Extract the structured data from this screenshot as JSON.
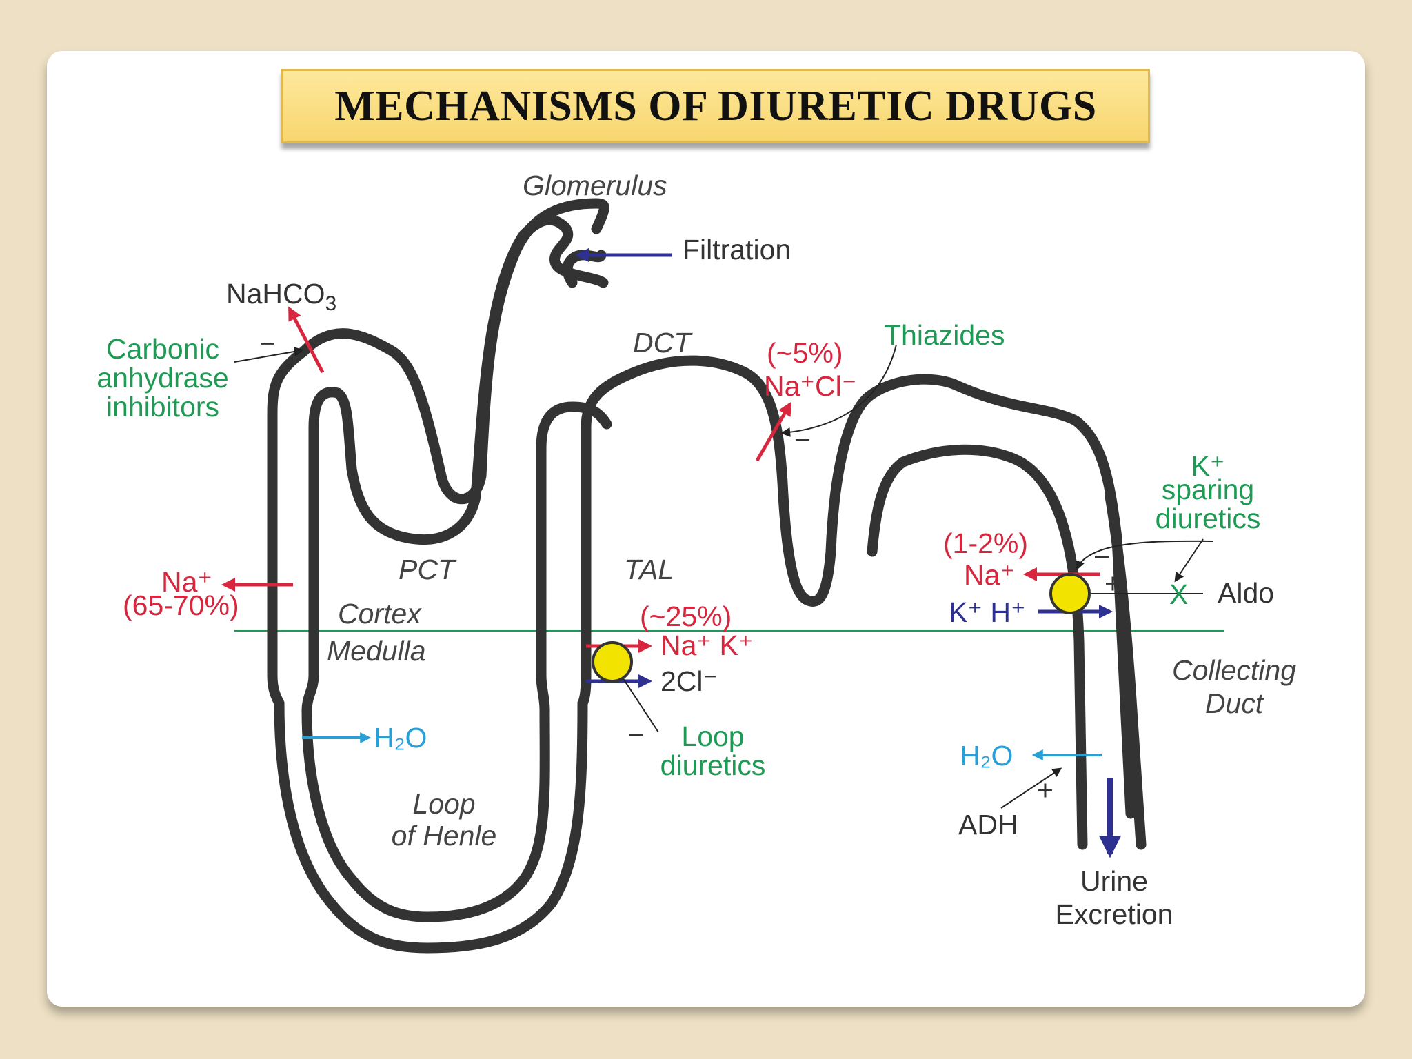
{
  "title": "MECHANISMS OF DIURETIC DRUGS",
  "colors": {
    "background": "#ede0c4",
    "tubule": "#333333",
    "green": "#1f9a55",
    "red": "#d7263d",
    "blue": "#2e3192",
    "cyan": "#2a9fd6",
    "pump": "#f2e400"
  },
  "labels": {
    "glomerulus": "Glomerulus",
    "filtration": "Filtration",
    "nahco3": "NaHCO",
    "nahco3_sub": "3",
    "carbonic": [
      "Carbonic",
      "anhydrase",
      "inhibitors"
    ],
    "minus": "−",
    "plus": "+",
    "dct": "DCT",
    "five_pct": "(~5%)",
    "na_cl": "Na⁺Cl⁻",
    "thiazides": "Thiazides",
    "ksparing": [
      "K⁺",
      "sparing",
      "diuretics"
    ],
    "one_two_pct": "(1-2%)",
    "na_plus": "Na⁺",
    "na_plus_left": "Na⁺",
    "sixty_five": "(65-70%)",
    "aldo": "Aldo",
    "x_mark": "X",
    "k_h": "K⁺ H⁺",
    "pct": "PCT",
    "tal": "TAL",
    "cortex": "Cortex",
    "medulla": "Medulla",
    "twentyfive": "(~25%)",
    "na_k": "Na⁺ K⁺",
    "two_cl": "2Cl⁻",
    "loop_diuretics": [
      "Loop",
      "diuretics"
    ],
    "collecting_duct": [
      "Collecting",
      "Duct"
    ],
    "h2o": "H₂O",
    "adh": "ADH",
    "loop_of_henle": [
      "Loop",
      "of Henle"
    ],
    "urine": [
      "Urine",
      "Excretion"
    ]
  }
}
